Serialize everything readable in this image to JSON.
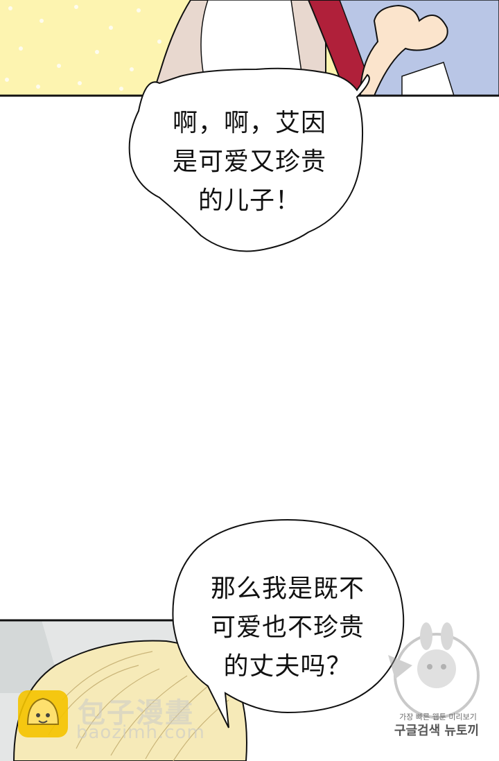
{
  "bubbles": {
    "first": {
      "lines": [
        "啊，啊，艾因",
        "是可爱又珍贵",
        "的儿子！"
      ]
    },
    "second": {
      "lines": [
        "那么我是既不",
        "可爱也不珍贵",
        "的丈夫吗？"
      ]
    }
  },
  "watermarks": {
    "site_name": "包子漫畫",
    "site_url": "baozimh.com",
    "korean_line1": "가장 빠른 웹툰 미리보기",
    "korean_line2": "구글검색 뉴토끼"
  },
  "colors": {
    "panel_yellow": "#fdf4b0",
    "skin": "#fbe4cc",
    "hair_red": "#b0203a",
    "hair_blonde": "#f6eab8",
    "outline": "#111111"
  }
}
